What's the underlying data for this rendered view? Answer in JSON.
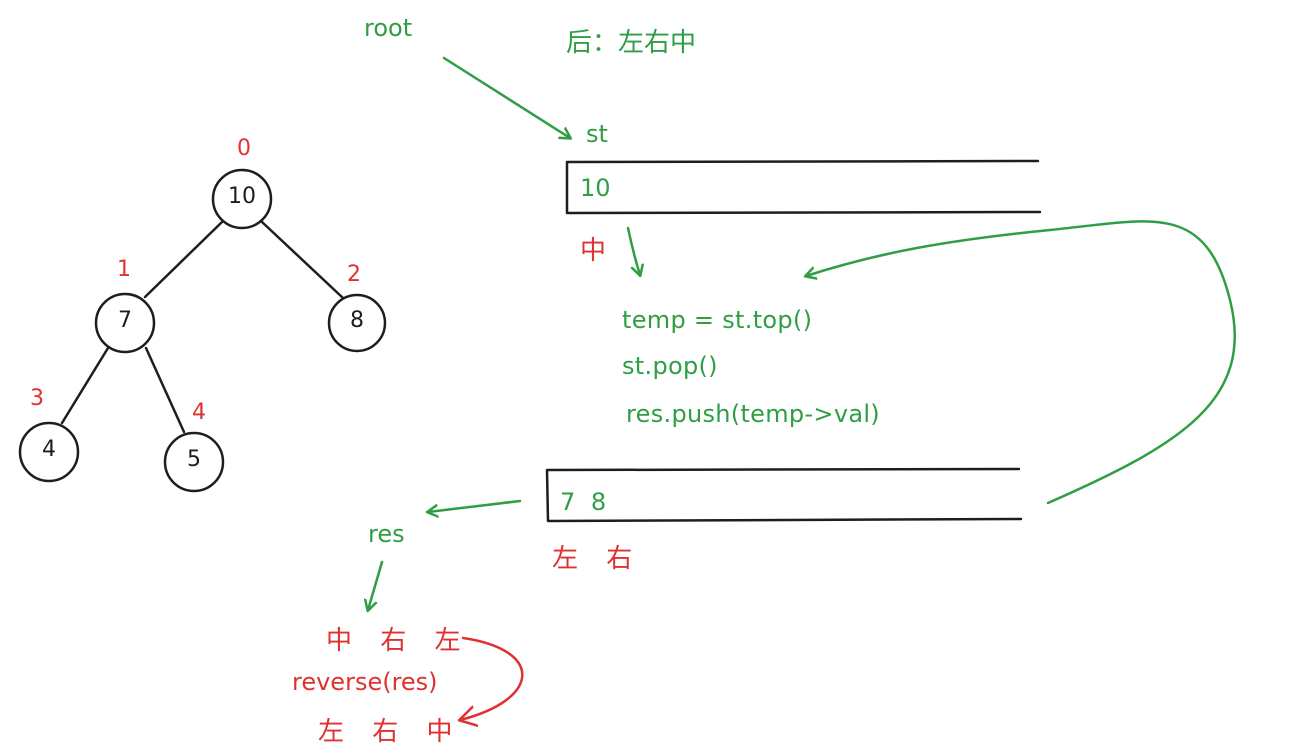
{
  "colors": {
    "ink": "#1e1e1e",
    "green": "#2f9e44",
    "red": "#e03131"
  },
  "title": "后：左右中",
  "pointers": {
    "root": "root",
    "st": "st",
    "res": "res"
  },
  "tree": {
    "nodes": [
      {
        "value": "10",
        "index": "0"
      },
      {
        "value": "7",
        "index": "1"
      },
      {
        "value": "8",
        "index": "2"
      },
      {
        "value": "4",
        "index": "3"
      },
      {
        "value": "5",
        "index": "4"
      }
    ]
  },
  "stack1": {
    "content": "10",
    "label": "中"
  },
  "code": [
    "temp = st.top()",
    "st.pop()",
    "res.push(temp->val)"
  ],
  "stack2": {
    "content": "7 8",
    "label": "左 右"
  },
  "res_order": "中 右 左",
  "reverse_call": "reverse(res)",
  "final_order": "左 右 中"
}
